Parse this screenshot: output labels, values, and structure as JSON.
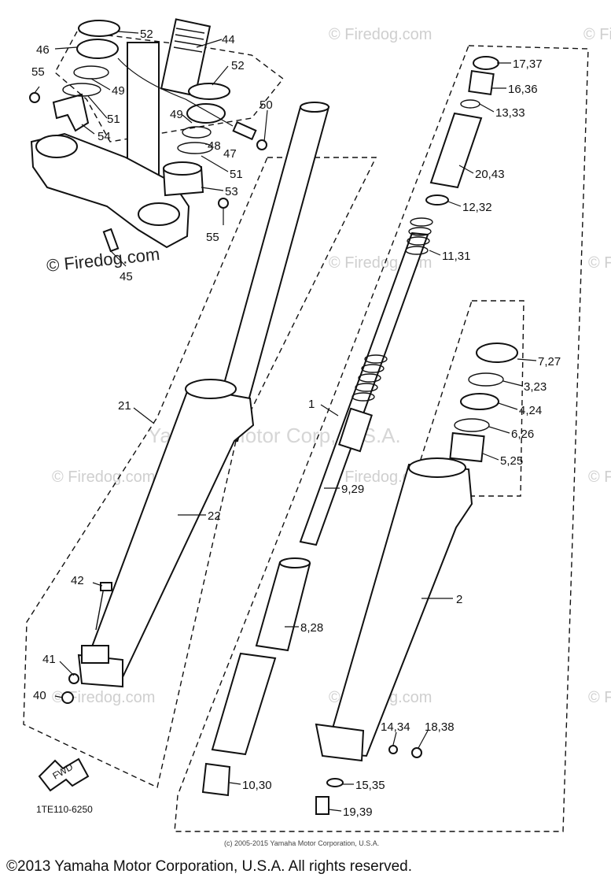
{
  "watermarks": {
    "firedog": "© Firedog.com",
    "center": "Yamaha Motor Corp, U.S.A."
  },
  "part_labels": {
    "p52a": "52",
    "p44": "44",
    "p46": "46",
    "p55a": "55",
    "p49a": "49",
    "p51a": "51",
    "p54": "54",
    "p52b": "52",
    "p50": "50",
    "p49b": "49",
    "p48": "48",
    "p47": "47",
    "p51b": "51",
    "p53": "53",
    "p55b": "55",
    "p45": "45",
    "p1737": "17,37",
    "p1636": "16,36",
    "p1333": "13,33",
    "p2043": "20,43",
    "p1232": "12,32",
    "p1131": "11,31",
    "p727": "7,27",
    "p323": "3,23",
    "p424": "4,24",
    "p626": "6,26",
    "p525": "5,25",
    "p21": "21",
    "p1": "1",
    "p22": "22",
    "p929": "9,29",
    "p2": "2",
    "p42": "42",
    "p828": "8,28",
    "p41": "41",
    "p40": "40",
    "p1434": "14,34",
    "p1838": "18,38",
    "p1030": "10,30",
    "p1535": "15,35",
    "p1939": "19,39"
  },
  "fwd_label": "FWD",
  "diagram_code": "1TE110-6250",
  "small_copyright": "(c) 2005-2015 Yamaha Motor Corporation, U.S.A.",
  "footer": "©2013 Yamaha Motor Corporation, U.S.A. All rights reserved."
}
